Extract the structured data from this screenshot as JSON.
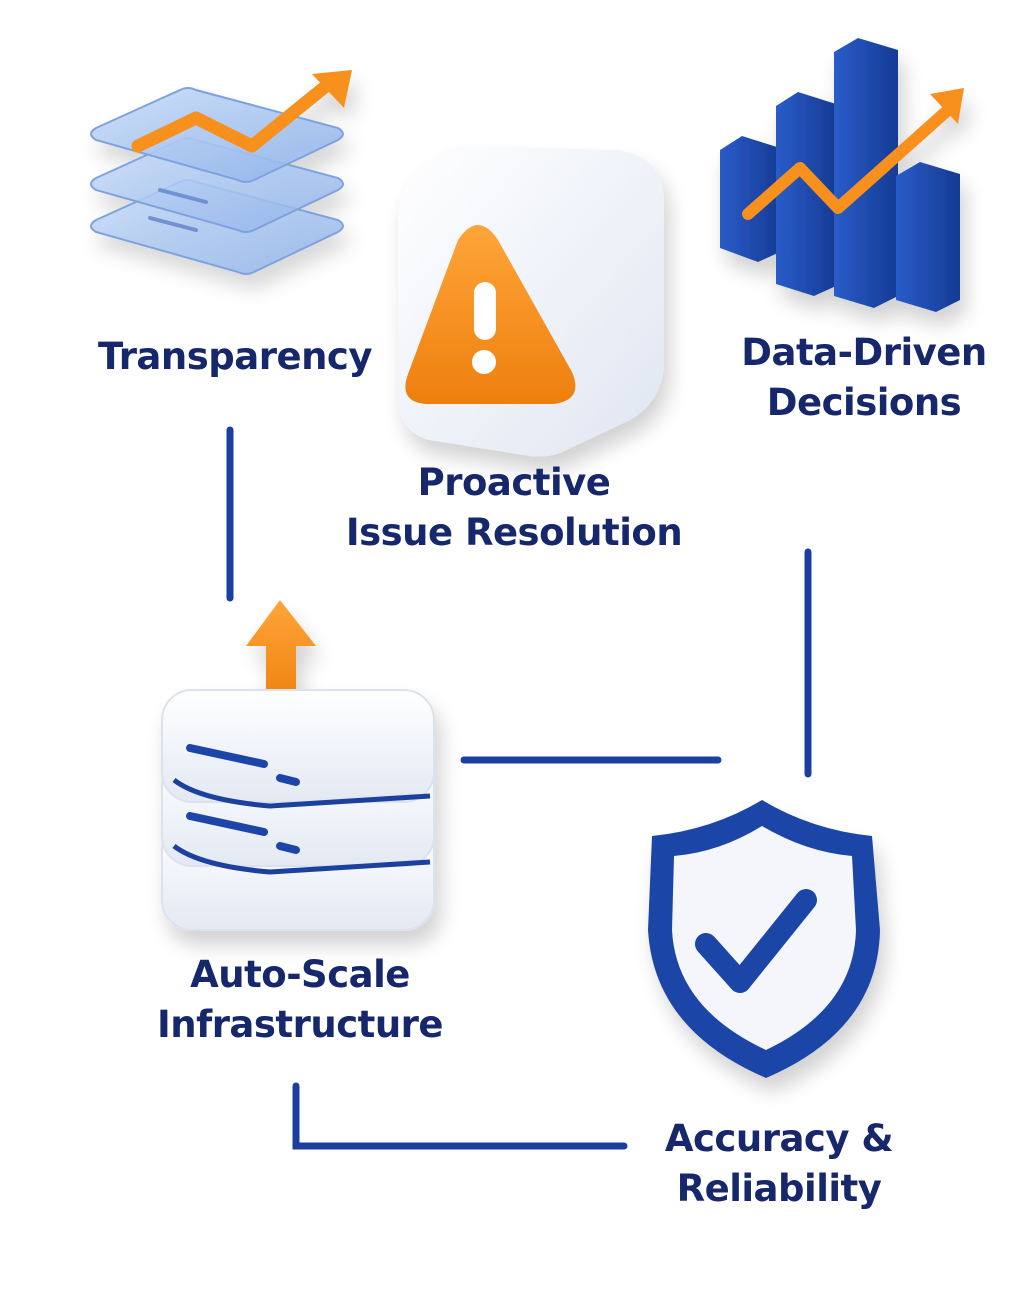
{
  "nodes": {
    "transparency": {
      "lines": [
        "Transparency"
      ],
      "icon": "stacked-layers-trend-icon"
    },
    "proactive": {
      "lines": [
        "Proactive",
        "Issue Resolution"
      ],
      "icon": "warning-icon"
    },
    "data_driven": {
      "lines": [
        "Data-Driven",
        "Decisions"
      ],
      "icon": "bar-chart-trend-icon"
    },
    "auto_scale": {
      "lines": [
        "Auto-Scale",
        "Infrastructure"
      ],
      "icon": "server-stack-up-arrow-icon"
    },
    "accuracy": {
      "lines": [
        "Accuracy &",
        "Reliability"
      ],
      "icon": "shield-check-icon"
    }
  },
  "colors": {
    "primary_blue": "#1b45a8",
    "navy_text": "#16276b",
    "orange": "#f7901e",
    "connector": "#1b3f9e",
    "glass_blue": "#a9c6f2"
  }
}
